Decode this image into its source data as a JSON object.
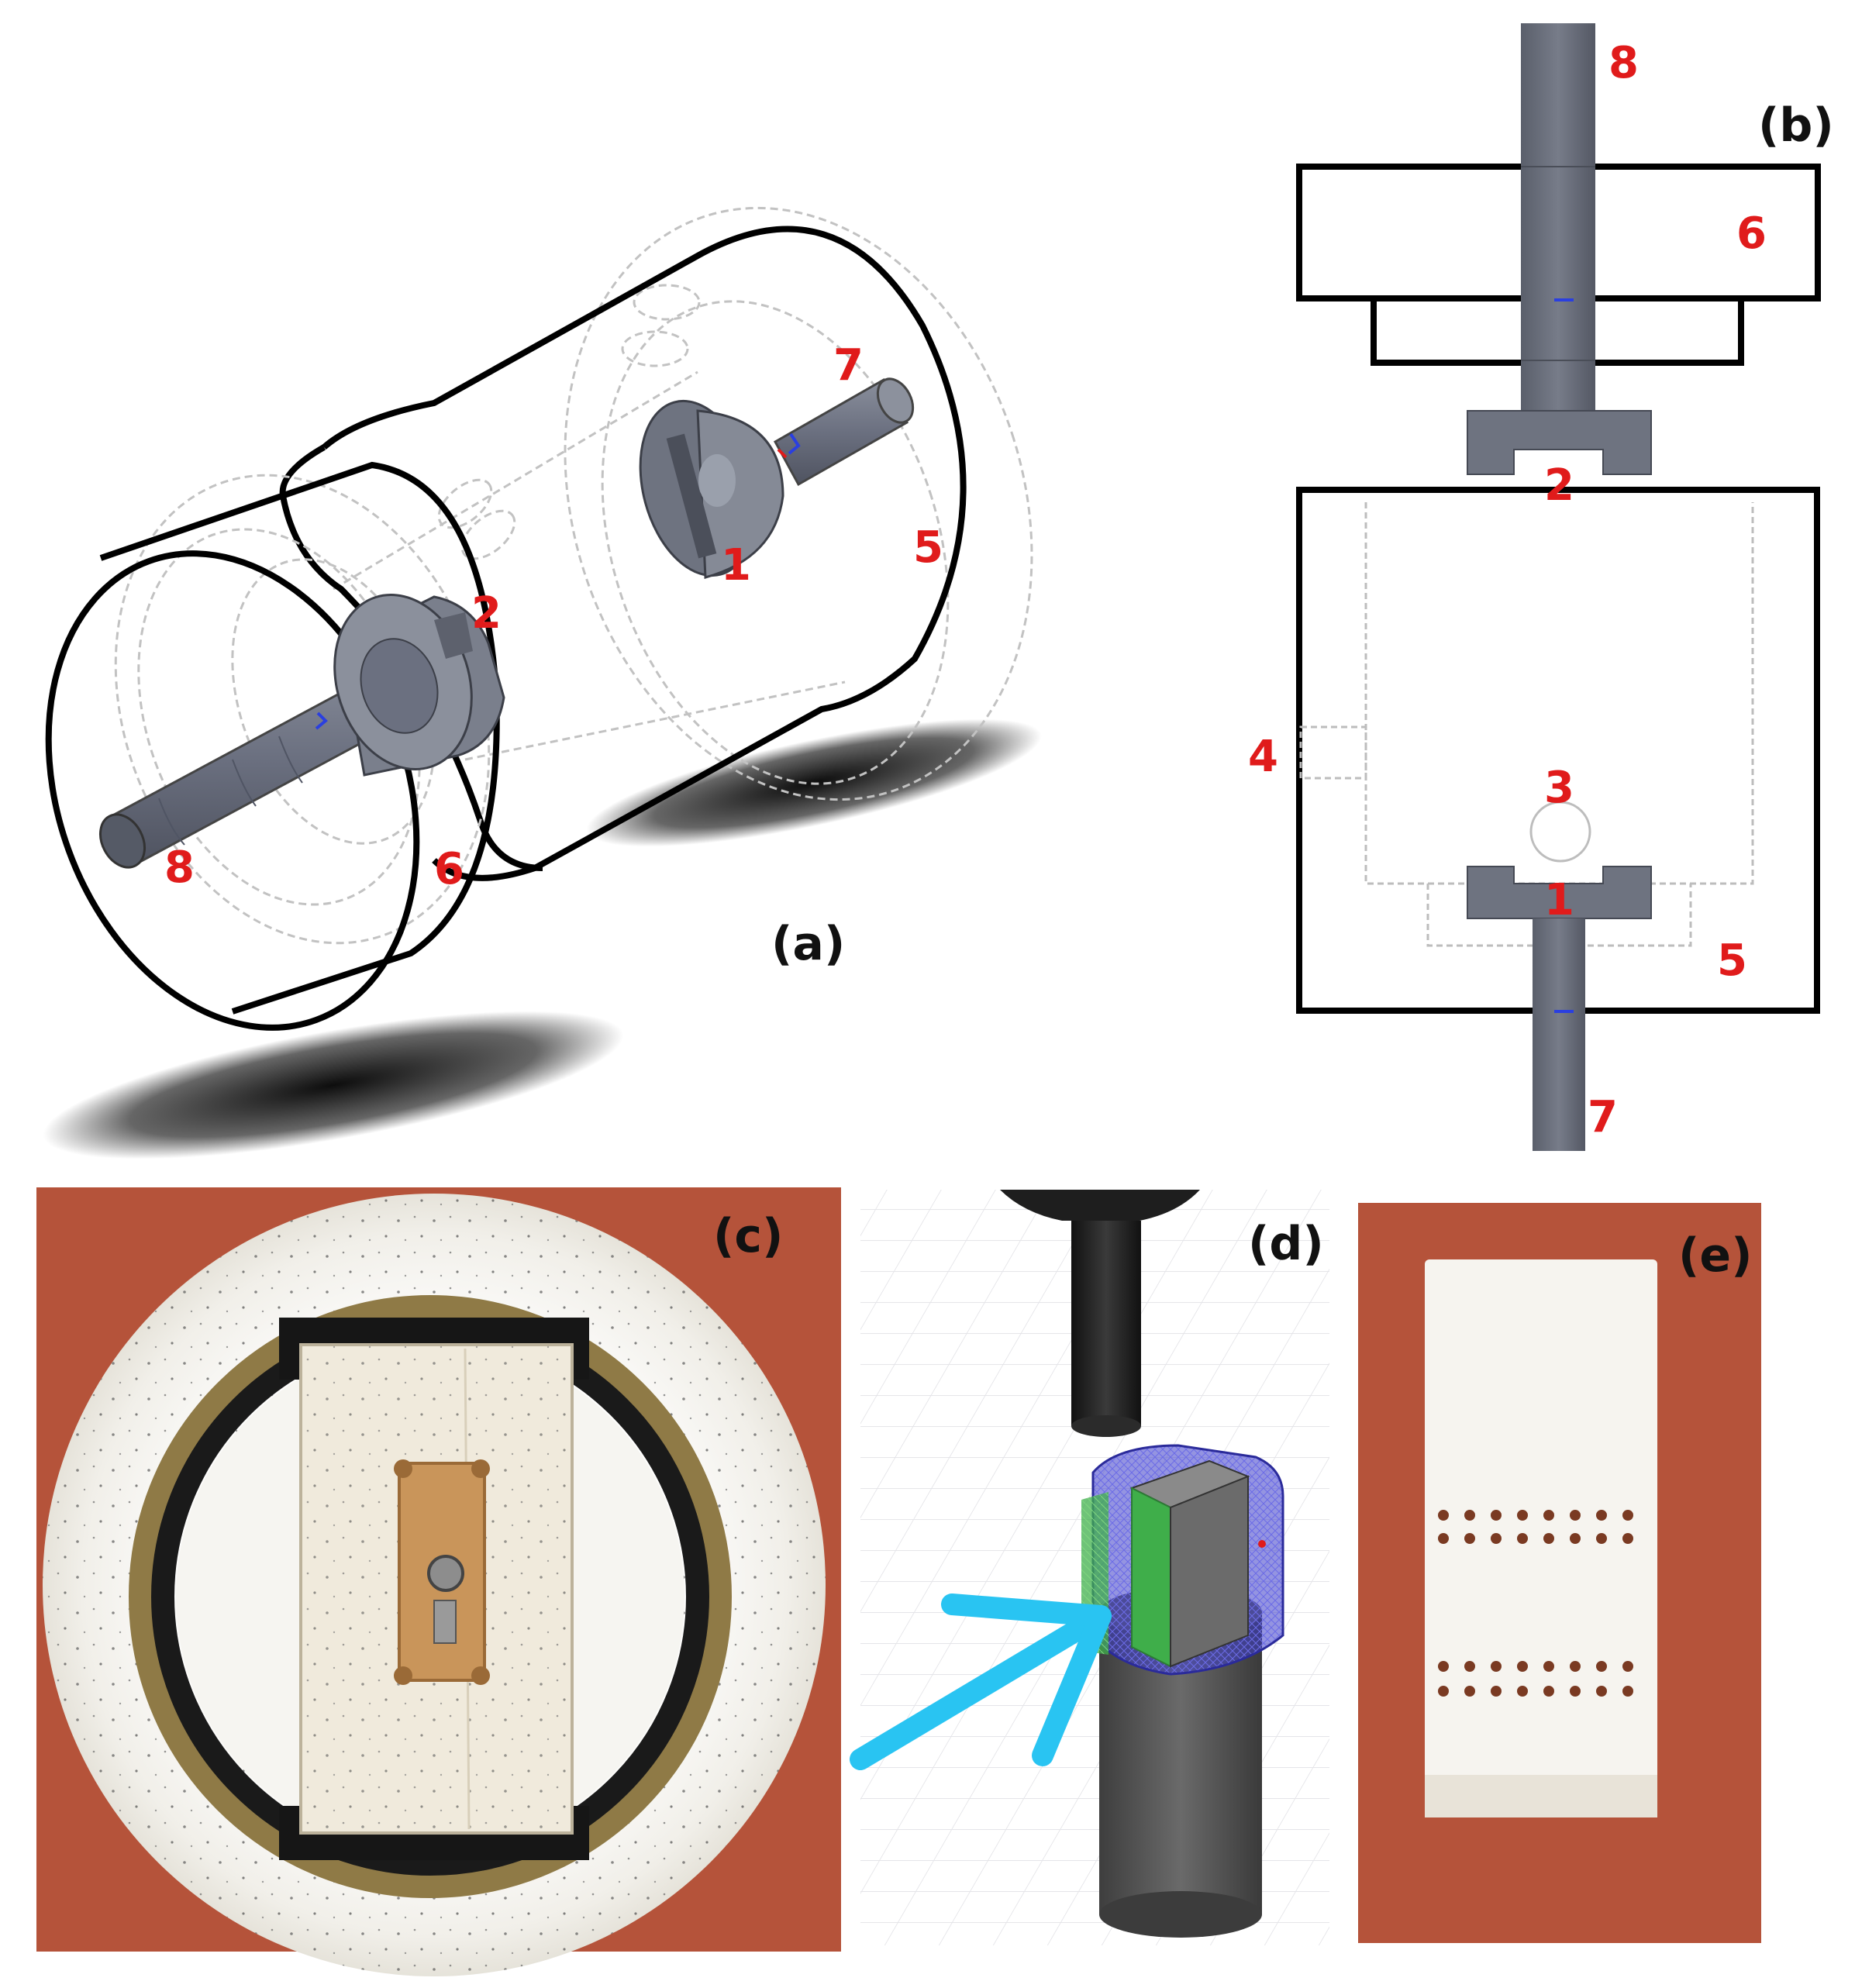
{
  "panels": {
    "a": {
      "label": "(a)",
      "parts": {
        "p1": "1",
        "p2": "2",
        "p5": "5",
        "p6": "6",
        "p7": "7",
        "p8": "8"
      }
    },
    "b": {
      "label": "(b)",
      "parts": {
        "p1": "1",
        "p2": "2",
        "p3": "3",
        "p4": "4",
        "p5": "5",
        "p6": "6",
        "p7": "7",
        "p8": "8"
      }
    },
    "c": {
      "label": "(c)"
    },
    "d": {
      "label": "(d)"
    },
    "e": {
      "label": "(e)"
    }
  },
  "colors": {
    "part_number": "#e01b1b",
    "shaft_gray": "#6e7380",
    "photo_background": "#b5533a",
    "arrow_blue": "#29c4f2",
    "mesh_blue": "#3c3cc8",
    "mesh_green": "#3fae4a"
  },
  "icons": {
    "photo_c": "ptfe-holder-photo",
    "render_d": "fixture-render",
    "photo_e": "sample-block-photo"
  }
}
